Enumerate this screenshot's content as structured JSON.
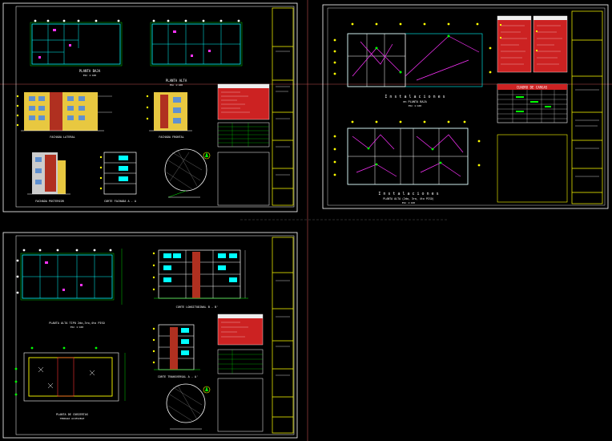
{
  "sheet1": {
    "plan_top_left_title": "PLANTA BAJA",
    "plan_top_left_scale": "ESC 1:100",
    "plan_top_right_title": "PLANTA ALTA",
    "plan_top_right_scale": "ESC 1:100",
    "elev_lateral_title": "FACHADA LATERAL",
    "elev_front_title": "FACHADA FRONTAL",
    "elev_rear_title": "FACHADA POSTERIOR",
    "section_title": "CORTE FACHADA A - A"
  },
  "sheet2": {
    "plan_top_title_line1": "I n s t a l a c i o n e s",
    "plan_top_title_line2": "en PLANTA BAJA",
    "plan_top_scale": "ESC 1:100",
    "plan_bottom_title_line1": "I n s t a l a c i o n e s",
    "plan_bottom_title_line2": "PLANTA ALTA (2do, 3ro, 4to PISO)",
    "plan_bottom_scale": "ESC 1:100",
    "table_title": "CUADRO DE CARGAS"
  },
  "sheet3": {
    "plan_title": "PLANTA ALTA TIPO 2do,3ro,4to PISO",
    "plan_scale": "ESC 1:100",
    "section_long_title": "CORTE LONGITUDINAL B - B'",
    "section_trans_title": "CORTE TRANSVERSAL A - A'",
    "roof_title": "PLANTA DE CUBIERTAS",
    "roof_subtitle": "TERRAZA ACCESIBLE"
  },
  "colors": {
    "background": "#000000",
    "frame": "#ffffff",
    "titleblock": "#ffff00",
    "walls": "#00ffff",
    "facade_yellow": "#e8c840",
    "facade_red": "#b03020",
    "legend_red": "#cc2222",
    "wiring": "#ff33ff",
    "dims": "#00ff00",
    "crosshair": "#c05050"
  }
}
